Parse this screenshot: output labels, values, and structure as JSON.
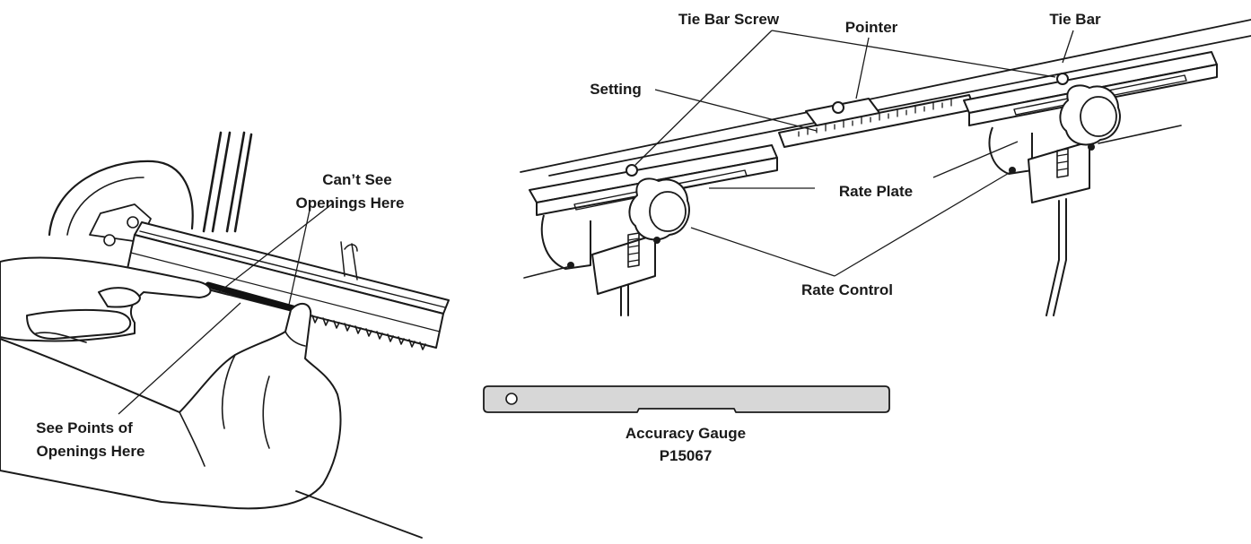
{
  "left_figure": {
    "label_top": [
      "Can’t See",
      "Openings Here"
    ],
    "label_bottom": [
      "See Points of",
      "Openings Here"
    ]
  },
  "right_figure": {
    "labels": {
      "tie_bar_screw": "Tie Bar Screw",
      "pointer": "Pointer",
      "tie_bar": "Tie Bar",
      "setting": "Setting",
      "rate_plate": "Rate Plate",
      "rate_control": "Rate Control"
    }
  },
  "gauge": {
    "title": "Accuracy Gauge",
    "part_number": "P15067"
  },
  "colors": {
    "ink": "#1a1a1a",
    "gauge_fill": "#d7d7d7",
    "opening_slot": "#111111"
  }
}
